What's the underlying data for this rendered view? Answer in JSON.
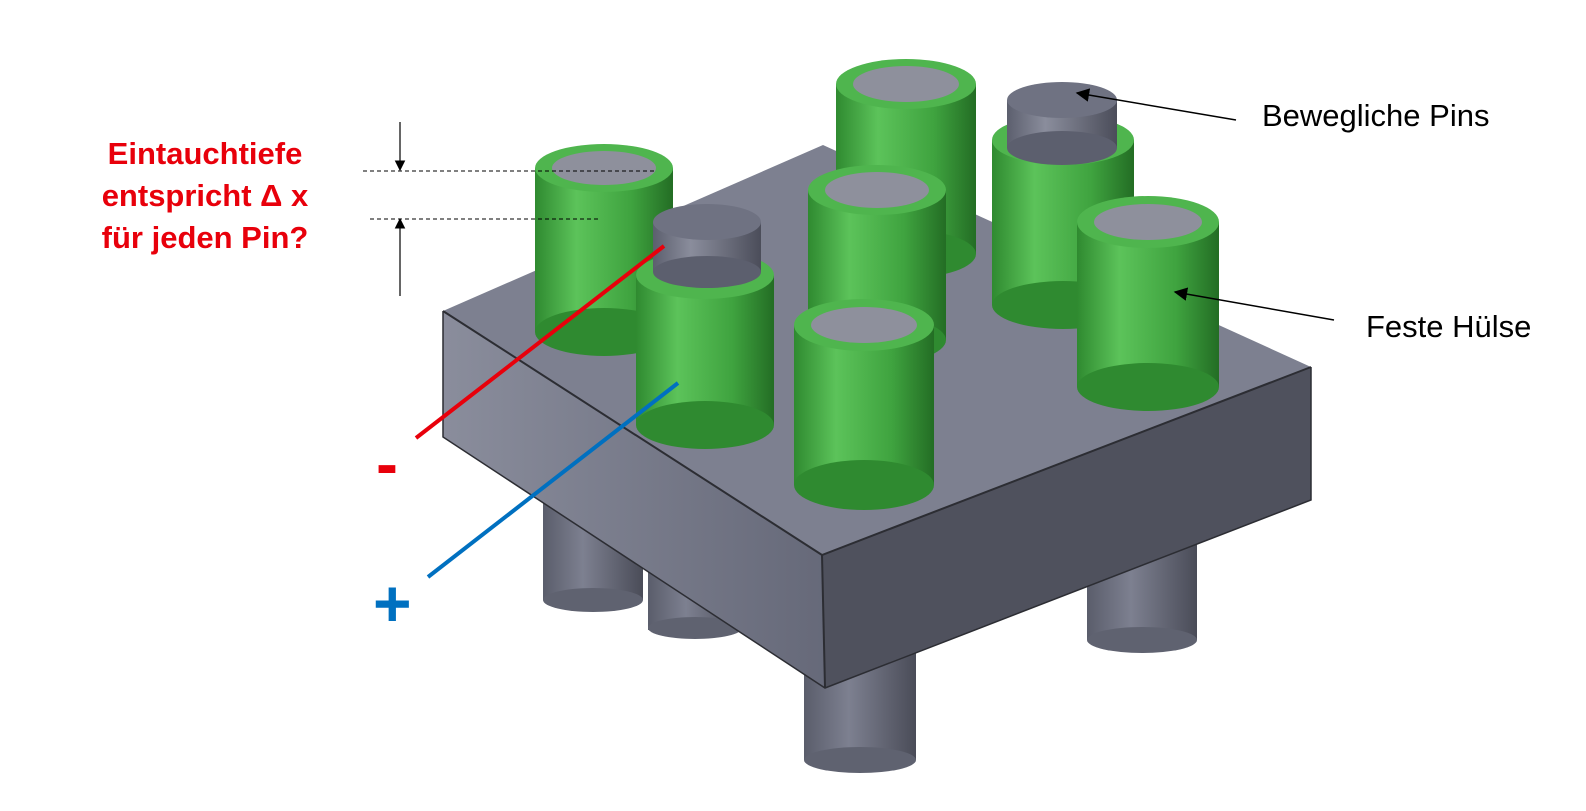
{
  "labels": {
    "moving_pins": "Bewegliche Pins",
    "fixed_sleeve": "Feste Hülse"
  },
  "question": {
    "line1": "Eintauchtiefe",
    "line2": "entspricht Δ x",
    "line3": "für jeden Pin?"
  },
  "polarity": {
    "negative": "-",
    "positive": "+"
  },
  "colors": {
    "sleeve": "#3fa33f",
    "pin": "#6f7282",
    "base_top": "#7d8090",
    "negative": "#e8000b",
    "positive": "#0070c0"
  }
}
